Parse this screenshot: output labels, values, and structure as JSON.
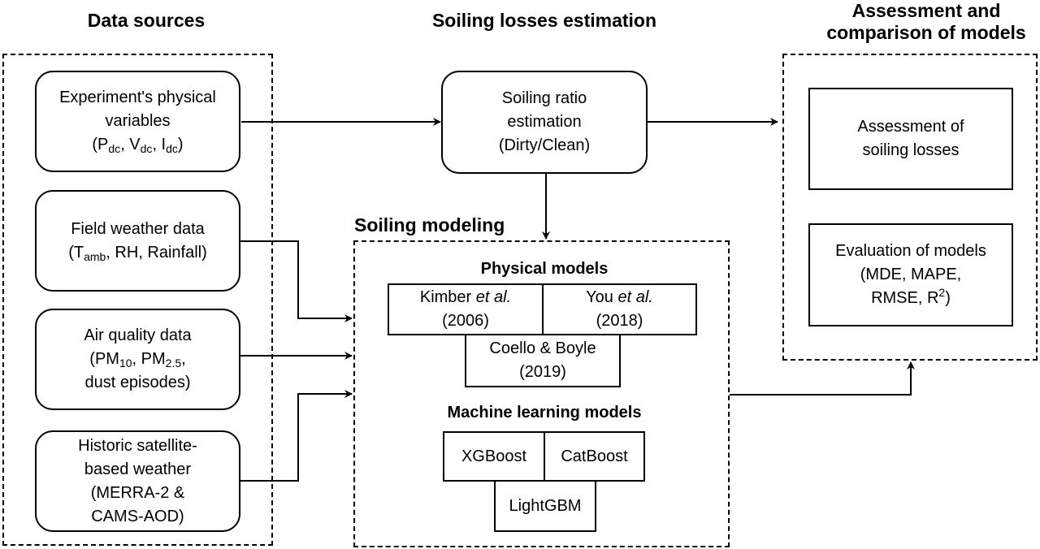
{
  "colors": {
    "line": "#000000",
    "background": "#ffffff"
  },
  "headings": {
    "data_sources": "Data sources",
    "soiling_estimation": "Soiling losses estimation",
    "assessment_line1": "Assessment and",
    "assessment_line2": "comparison of models",
    "soiling_modeling": "Soiling modeling"
  },
  "sources": {
    "experiment": {
      "line1": "Experiment's physical",
      "line2": "variables",
      "open": "(P",
      "sub1": "dc",
      "sep1": ", V",
      "sub2": "dc",
      "sep2": ", I",
      "sub3": "dc",
      "close": ")"
    },
    "weather": {
      "line1": "Field weather data",
      "open": "(T",
      "sub1": "amb",
      "rest": ", RH, Rainfall)"
    },
    "air_quality": {
      "line1": "Air quality data",
      "open": "(PM",
      "sub1": "10",
      "sep1": ", PM",
      "sub2": "2.5",
      "close": ",",
      "line3": "dust episodes)"
    },
    "satellite": {
      "line1": "Historic satellite-",
      "line2": "based weather",
      "line3": "(MERRA-2 &",
      "line4": "CAMS-AOD)"
    }
  },
  "soiling_ratio": {
    "line1": "Soiling ratio",
    "line2": "estimation",
    "line3": "(Dirty/Clean)"
  },
  "physical_models": {
    "title": "Physical models",
    "kimber": {
      "name": "Kimber ",
      "etal": "et al.",
      "year": "(2006)"
    },
    "you": {
      "name": "You ",
      "etal": "et al.",
      "year": "(2018)"
    },
    "coello": {
      "line1": "Coello & Boyle",
      "line2": "(2019)"
    }
  },
  "ml_models": {
    "title": "Machine learning models",
    "xgboost": "XGBoost",
    "catboost": "CatBoost",
    "lightgbm": "LightGBM"
  },
  "assessment": {
    "soiling": {
      "line1": "Assessment of",
      "line2": "soiling losses"
    },
    "evaluation": {
      "line1": "Evaluation of models",
      "line2": "(MDE, MAPE,",
      "line3": "RMSE, R",
      "sup": "2",
      "close": ")"
    }
  }
}
